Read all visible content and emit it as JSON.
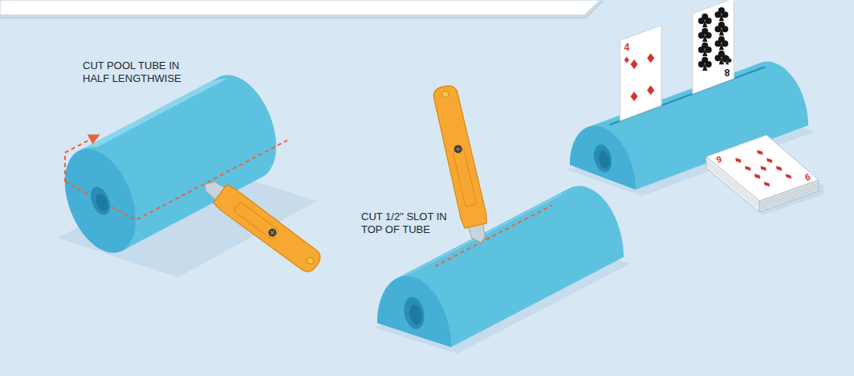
{
  "diagram": {
    "labels": [
      "CUT POOL TUBE IN HALF LENGTHWISE",
      "CUT 1/2\" SLOT IN TOP OF TUBE",
      "4",
      "8",
      "9",
      "9"
    ]
  }
}
